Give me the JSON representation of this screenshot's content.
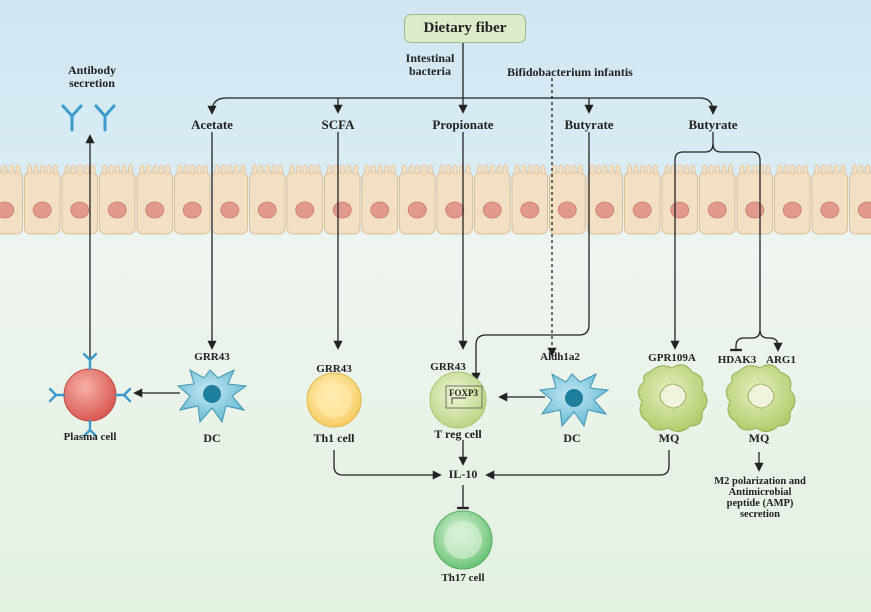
{
  "top": {
    "dietary_fiber": "Dietary fiber",
    "intestinal_bacteria": "Intestinal\nbacteria",
    "bifidobacterium": "Bifidobacterium infantis"
  },
  "antibody": {
    "label": "Antibody\nsecretion"
  },
  "metabolites": {
    "acetate": "Acetate",
    "scfa": "SCFA",
    "propionate": "Propionate",
    "butyrate_1": "Butyrate",
    "butyrate_2": "Butyrate"
  },
  "receptors": {
    "grr43_dc": "GRR43",
    "grr43_th1": "GRR43",
    "grr43_treg": "GRR43",
    "aldh1a2": "Aldh1a2",
    "gpr109a": "GPR109A",
    "hdak3": "HDAK3",
    "arg1": "ARG1",
    "foxp3": "FOXP3"
  },
  "cells": {
    "plasma": "Plasma cell",
    "dc_left": "DC",
    "th1": "Th1 cell",
    "treg": "T reg cell",
    "dc_right": "DC",
    "mq_left": "MQ",
    "mq_right": "MQ",
    "th17": "Th17 cell"
  },
  "il10": "IL-10",
  "m2_text": "M2 polarization and\nAntimicrobial\npeptide (AMP)\nsecretion",
  "colors": {
    "lumen": "#cfe6f2",
    "tissue": "#e8f2e6",
    "epithelium": "#f3dfc4",
    "nucleus": "#e39a8e",
    "dc": "#4aa8c8",
    "plasma": "#e0615a",
    "th1": "#fbd46c",
    "treg": "#c7de9a",
    "mq": "#b5cf6e",
    "th17": "#7ccb82",
    "antibody": "#3b9ccc"
  }
}
